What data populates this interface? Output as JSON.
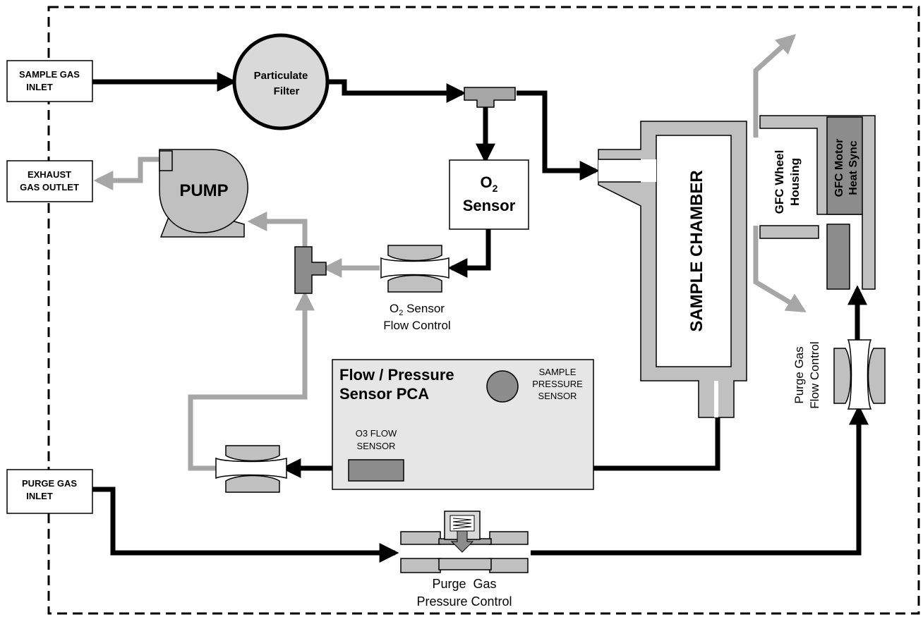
{
  "labels": {
    "sample_gas_inlet": [
      "SAMPLE GAS",
      "INLET"
    ],
    "exhaust_gas_outlet": [
      "EXHAUST",
      "GAS OUTLET"
    ],
    "purge_gas_inlet": [
      "PURGE GAS",
      "INLET"
    ],
    "particulate_filter": [
      "Particulate",
      "Filter"
    ],
    "pump": "PUMP",
    "o2_sensor_top": "O",
    "o2_sensor_sub": "2",
    "o2_sensor_bottom": "Sensor",
    "o2_flow_control_line1_a": "O",
    "o2_flow_control_line1_sub": "2",
    "o2_flow_control_line1_b": " Sensor",
    "o2_flow_control_line2": "Flow Control",
    "flow_pressure_pca": [
      "Flow / Pressure",
      "Sensor PCA"
    ],
    "sample_pressure_sensor": [
      "SAMPLE",
      "PRESSURE",
      "SENSOR"
    ],
    "o3_flow_sensor": [
      "O3 FLOW",
      "SENSOR"
    ],
    "sample_chamber": "SAMPLE CHAMBER",
    "gfc_wheel_housing": [
      "GFC Wheel",
      "Housing"
    ],
    "gfc_motor_heat_sync": [
      "GFC Motor",
      "Heat Sync"
    ],
    "purge_gas_flow_control": [
      "Purge Gas",
      "Flow Control"
    ],
    "purge_gas_pressure_control": [
      "Purge  Gas",
      "Pressure Control"
    ]
  },
  "colors": {
    "sample_flow": "#000000",
    "exhaust_flow": "#a6a6a6",
    "component_fill": "#c0c0c0",
    "component_dark": "#8c8c8c",
    "pca_fill": "#e6e6e6",
    "filter_fill": "#d9d9d9"
  }
}
